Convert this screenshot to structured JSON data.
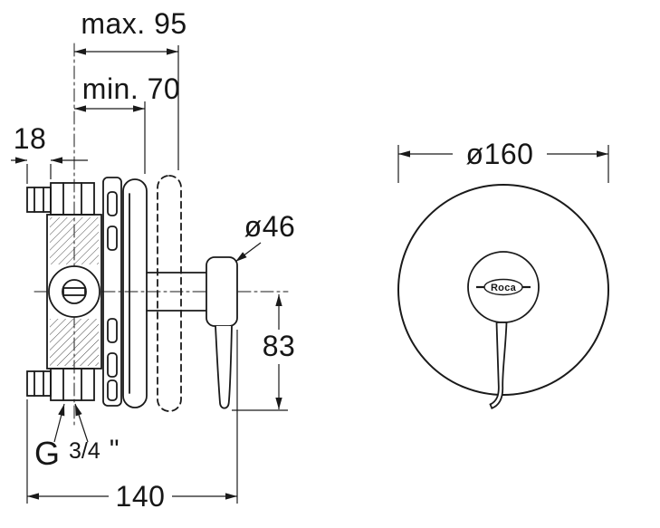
{
  "meta": {
    "drawing_type": "technical dimension drawing - concealed shower mixer",
    "colors": {
      "line": "#1a1a1a",
      "background": "#ffffff",
      "text": "#161616"
    }
  },
  "side_view": {
    "dim_max": "max. 95",
    "dim_min": "min. 70",
    "dim_offset": "18",
    "dim_cap_diameter": "ø46",
    "dim_lever_length": "83",
    "thread_prefix": "G",
    "thread_fraction": "3/4",
    "thread_suffix": "\"",
    "dim_overall_width": "140"
  },
  "front_view": {
    "dim_plate_diameter": "ø160",
    "logo": "Roca"
  }
}
